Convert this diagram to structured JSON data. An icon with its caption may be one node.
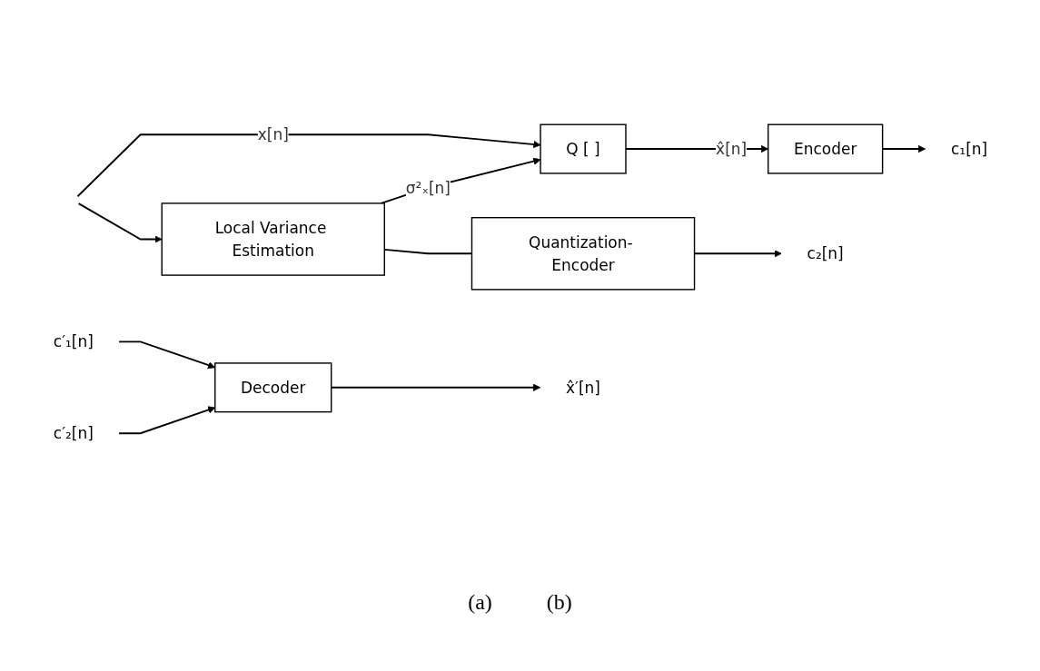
{
  "diagram": {
    "nodes": [
      {
        "text": [
          "Q [   ]"
        ]
      },
      {
        "text": [
          "Encoder"
        ]
      },
      {
        "text": [
          "Local Variance Estimation"
        ]
      },
      {
        "text": [
          "Quantization- Encoder"
        ]
      },
      {
        "text": [
          "c₁[n]"
        ]
      },
      {
        "text": [
          "c₂[n]"
        ]
      },
      {
        "text": [
          "Decoder"
        ]
      },
      {
        "text": [
          "c′₁[n]"
        ]
      },
      {
        "text": [
          "c′₂[n]"
        ]
      },
      {
        "text": [
          "x̂′[n]"
        ]
      }
    ],
    "edges": [
      {
        "from": null,
        "to": 0,
        "arrow": "to",
        "label": "x[n]"
      },
      {
        "from": null,
        "to": 2,
        "arrow": "to"
      },
      {
        "from": 0,
        "to": 1,
        "arrow": "to",
        "label": "x̂[n]"
      },
      {
        "from": 1,
        "to": 4,
        "arrow": "to"
      },
      {
        "from": 2,
        "to": 0,
        "arrow": "to",
        "label": "σ²ₓ[n]"
      },
      {
        "from": 2,
        "to": 3,
        "arrow": "none"
      },
      {
        "from": 3,
        "to": 5,
        "arrow": "to"
      },
      {
        "from": 7,
        "to": 6,
        "arrow": "to"
      },
      {
        "from": 8,
        "to": 6,
        "arrow": "to"
      },
      {
        "from": 6,
        "to": 9,
        "arrow": "to"
      }
    ],
    "labels": [
      "(a)",
      "(b)"
    ]
  }
}
